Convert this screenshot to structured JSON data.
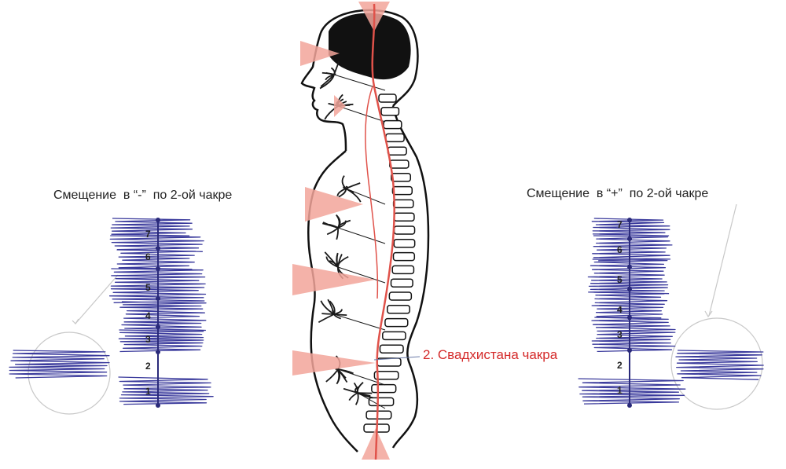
{
  "left_panel": {
    "caption": "Смещение  в “-”  по 2-ой чакре",
    "chakra_numbers": [
      "7",
      "6",
      "5",
      "4",
      "3",
      "2",
      "1"
    ]
  },
  "right_panel": {
    "caption": "Смещение  в “+”  по 2-ой чакре",
    "chakra_numbers": [
      "7",
      "6",
      "5",
      "4",
      "3",
      "2",
      "1"
    ]
  },
  "center": {
    "label": "2. Свадхистана чакра",
    "label_color": "#d42a2a"
  },
  "colors": {
    "scribble": "#3a3a9c",
    "axis": "#2a2a7a",
    "cone": "#f2a49a",
    "spine": "#e0524a",
    "outline": "#111111",
    "nerve": "#1a1a1a",
    "circle": "#c8c8c8",
    "caption": "#222222"
  }
}
